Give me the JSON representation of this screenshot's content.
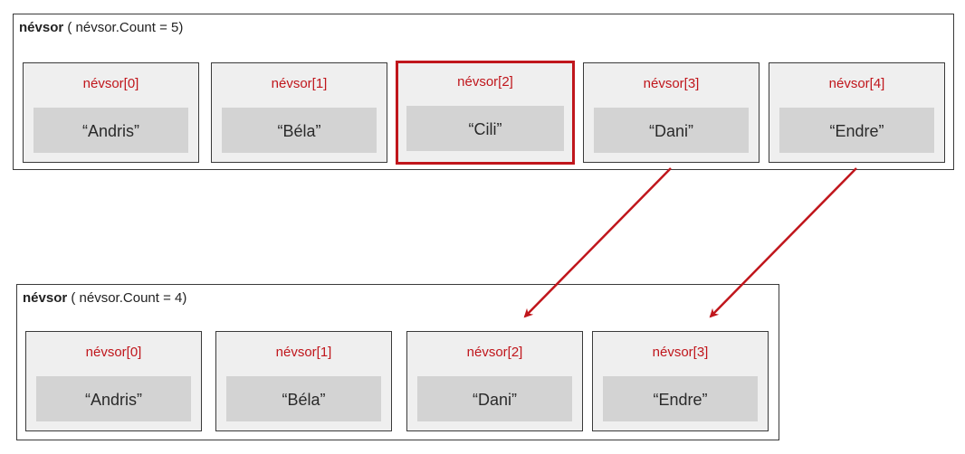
{
  "colors": {
    "index_text": "#c0161c",
    "arrow": "#c0161c",
    "highlight_border": "#c0161c",
    "cell_background": "#efefef",
    "value_background": "#d3d3d3",
    "border": "#3a3a3a"
  },
  "before": {
    "list_name": "névsor",
    "count_text": " ( névsor.Count = 5)",
    "cells": [
      {
        "index_label": "névsor[0]",
        "value": "“Andris”",
        "highlighted": false
      },
      {
        "index_label": "névsor[1]",
        "value": "“Béla”",
        "highlighted": false
      },
      {
        "index_label": "névsor[2]",
        "value": "“Cili”",
        "highlighted": true
      },
      {
        "index_label": "névsor[3]",
        "value": "“Dani”",
        "highlighted": false
      },
      {
        "index_label": "névsor[4]",
        "value": "“Endre”",
        "highlighted": false
      }
    ]
  },
  "after": {
    "list_name": "névsor",
    "count_text": " ( névsor.Count = 4)",
    "cells": [
      {
        "index_label": "névsor[0]",
        "value": "“Andris”"
      },
      {
        "index_label": "névsor[1]",
        "value": "“Béla”"
      },
      {
        "index_label": "névsor[2]",
        "value": "“Dani”"
      },
      {
        "index_label": "névsor[3]",
        "value": "“Endre”"
      }
    ]
  },
  "shift_arrows": [
    {
      "from": "before.cells.3",
      "to": "after.cells.2"
    },
    {
      "from": "before.cells.4",
      "to": "after.cells.3"
    }
  ]
}
